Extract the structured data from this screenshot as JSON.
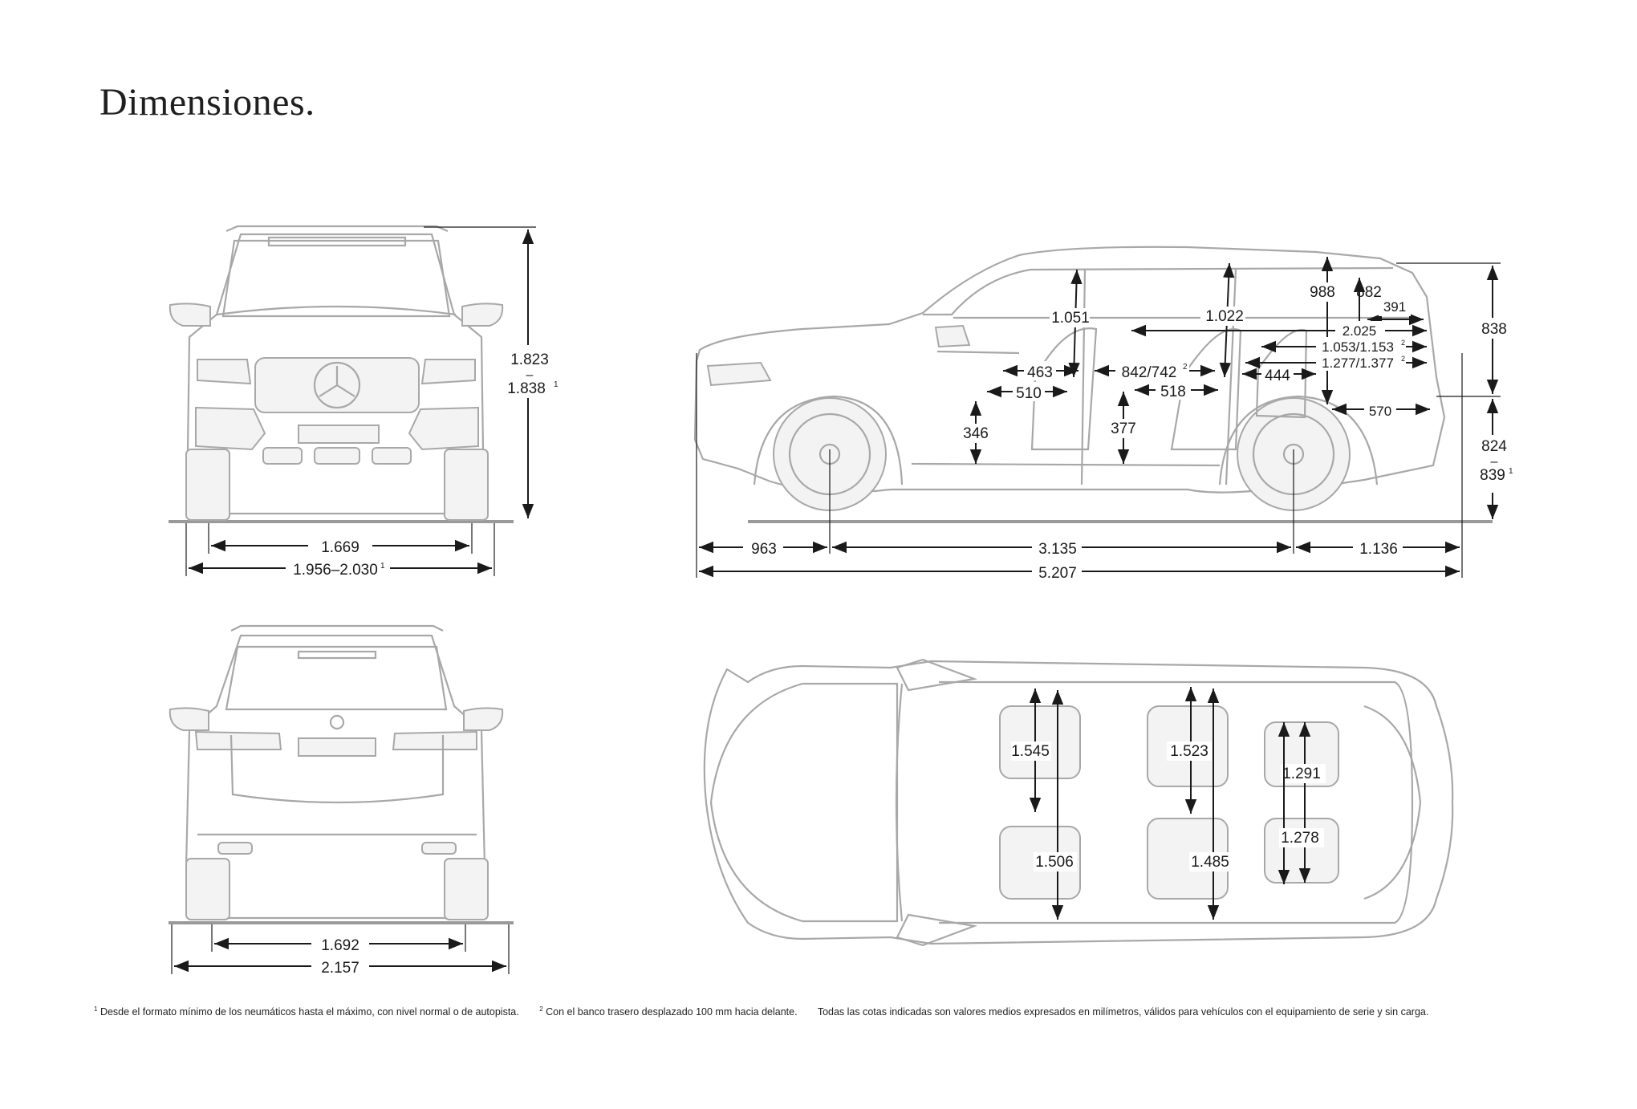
{
  "title": "Dimensiones.",
  "front_view": {
    "height_main": "1.823",
    "height_sep": "–",
    "height_alt": "1.838",
    "height_alt_sup": "1",
    "track": "1.669",
    "width": "1.956–2.030",
    "width_sup": "1"
  },
  "rear_view": {
    "track": "1.692",
    "width": "2.157"
  },
  "side_view": {
    "front_overhang": "963",
    "wheelbase": "3.135",
    "rear_overhang": "1.136",
    "length": "5.207",
    "headroom_row1": "1.051",
    "headroom_row2": "1.022",
    "headroom_row3": "988",
    "headroom_row3b": "882",
    "cargo_391": "391",
    "cargo_2025": "2.025",
    "cargo_1053": "1.053/1.153",
    "cargo_1053_sup": "2",
    "cargo_1277": "1.277/1.377",
    "cargo_1277_sup": "2",
    "legroom_463": "463",
    "legroom_510": "510",
    "legroom_842": "842/742",
    "legroom_842_sup": "2",
    "legroom_518": "518",
    "legroom_444": "444",
    "cargo_570": "570",
    "seat_346": "346",
    "seat_377": "377",
    "upper_838": "838",
    "lower_824": "824",
    "lower_sep": "–",
    "lower_839": "839",
    "lower_839_sup": "1"
  },
  "top_view": {
    "shoulder_row1": "1.545",
    "elbow_row1": "1.506",
    "shoulder_row2": "1.523",
    "elbow_row2": "1.485",
    "shoulder_row3": "1.291",
    "elbow_row3": "1.278"
  },
  "footnotes": {
    "n1_mark": "1",
    "n1": "Desde el formato mínimo de los neumáticos hasta el máximo, con nivel normal o de autopista.",
    "n2_mark": "2",
    "n2": "Con el banco trasero desplazado 100 mm hacia delante.",
    "n3": "Todas las cotas indicadas son valores medios expresados en milímetros, válidos para vehículos con el equipamiento de serie y sin carga."
  }
}
